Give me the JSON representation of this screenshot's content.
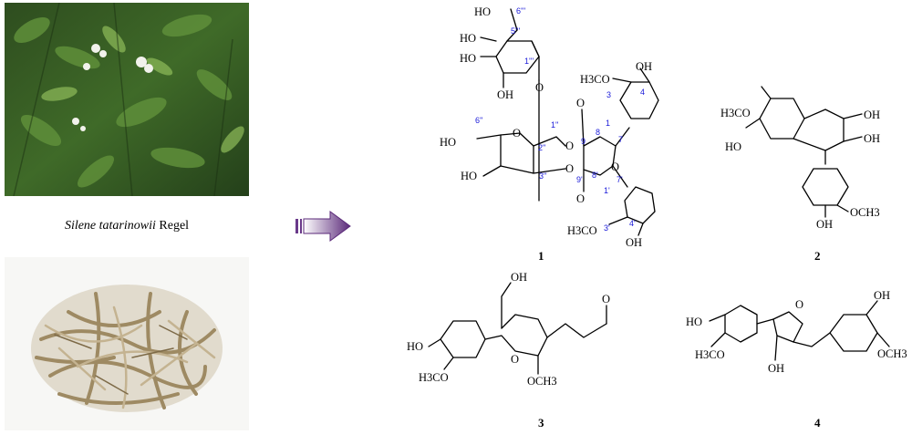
{
  "caption": {
    "species": "Silene tatarinowii",
    "author": " Regel"
  },
  "compound_ids": [
    "1",
    "2",
    "3",
    "4"
  ],
  "atom_numbers_1": {
    "n6ppp": "6'''",
    "n5ppp": "5'''",
    "n1ppp": "1'''",
    "n6pp": "6''",
    "n1pp": "1''",
    "n2pp": "2''",
    "n3pp": "3''",
    "n1": "1",
    "n3": "3",
    "n4": "4",
    "n7": "7",
    "n8": "8",
    "n9": "9",
    "n9p": "9'",
    "n8p": "8'",
    "n7p": "7'",
    "n1p": "1'",
    "n3p": "3'",
    "n4p": "4'"
  },
  "groups": {
    "oh": "OH",
    "ho": "HO",
    "h3co": "H3CO",
    "och3": "OCH3",
    "o": "O"
  },
  "colors": {
    "arrow_start": "#ffffff",
    "arrow_end": "#5b2a7a",
    "atom_number": "#1a1ad9"
  }
}
